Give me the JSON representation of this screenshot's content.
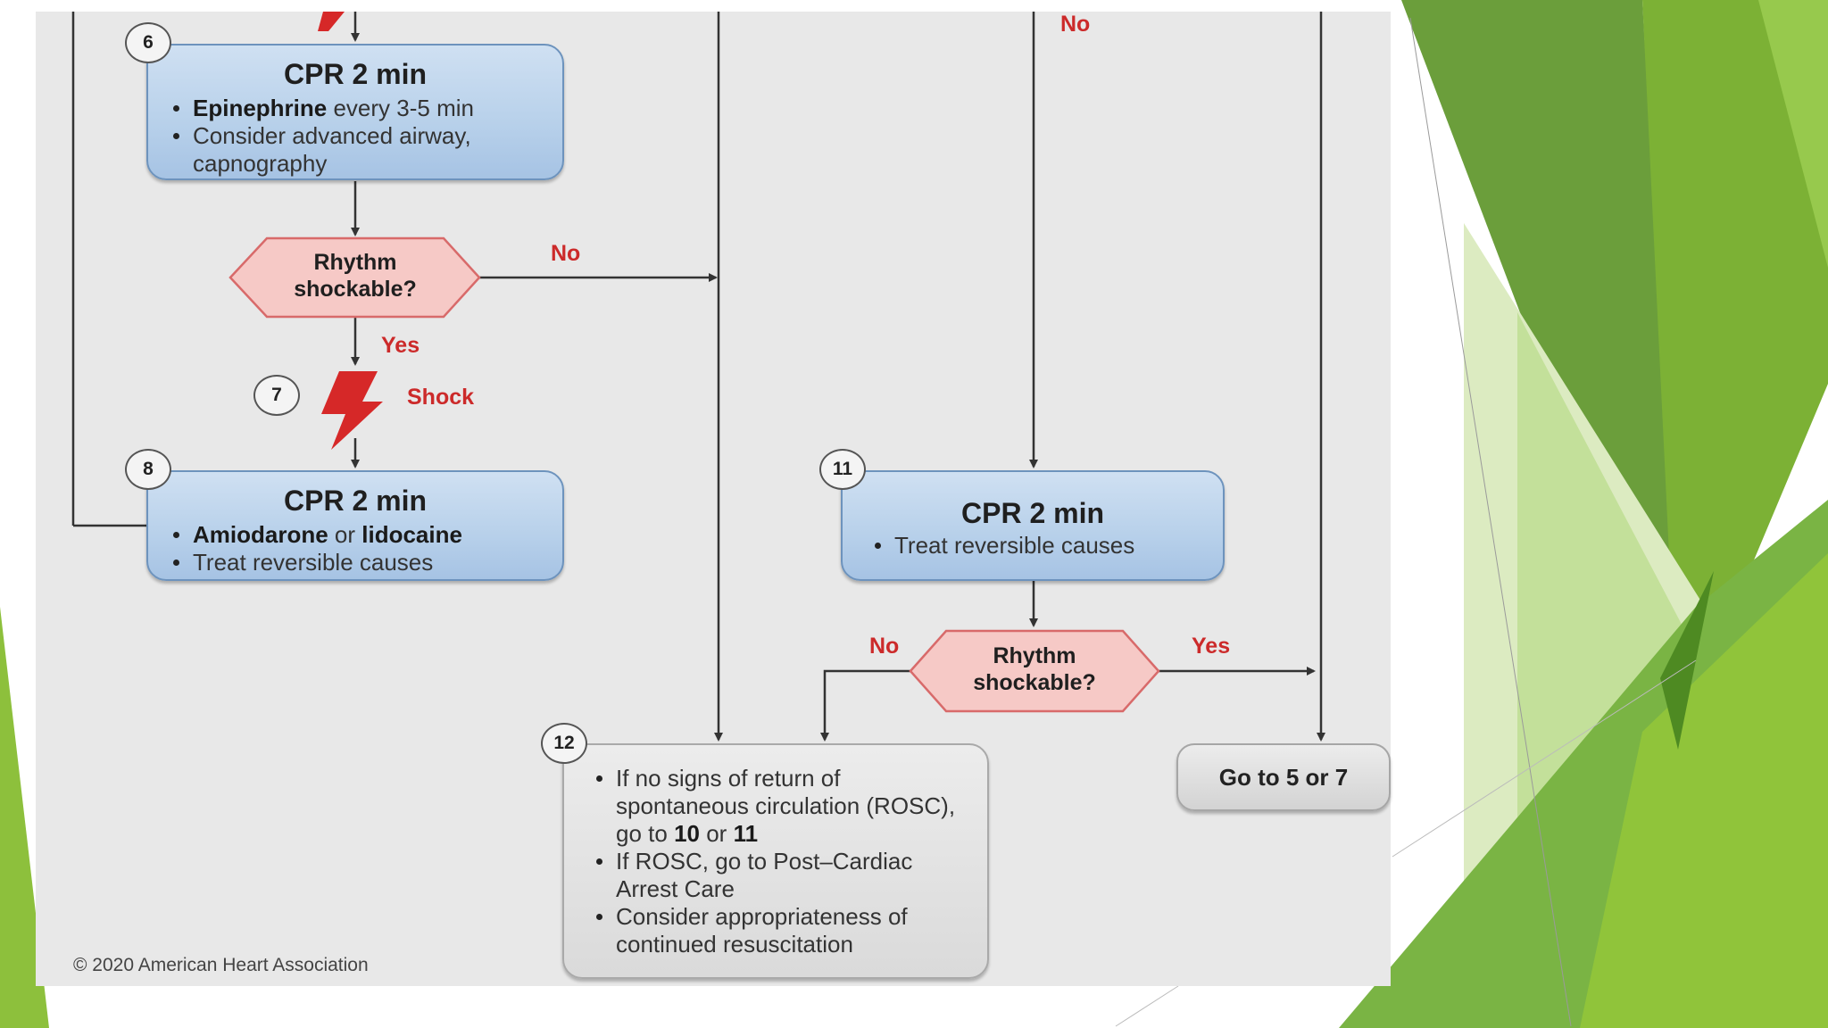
{
  "diagram": {
    "node_6": {
      "number": "6",
      "title": "CPR 2 min",
      "bullet_1_bold": "Epinephrine",
      "bullet_1_rest": " every 3-5 min",
      "bullet_2": "Consider advanced airway, capnography"
    },
    "decision_a": {
      "label": "Rhythm shockable?",
      "no": "No",
      "yes": "Yes"
    },
    "shock_7": {
      "number": "7",
      "label": "Shock"
    },
    "node_8": {
      "number": "8",
      "title": "CPR 2 min",
      "bullet_1_bold_a": "Amiodarone",
      "bullet_1_mid": " or ",
      "bullet_1_bold_b": "lidocaine",
      "bullet_2": "Treat reversible causes"
    },
    "top_no": "No",
    "node_11": {
      "number": "11",
      "title": "CPR 2 min",
      "bullet_1": "Treat reversible causes"
    },
    "decision_b": {
      "label": "Rhythm shockable?",
      "no": "No",
      "yes": "Yes"
    },
    "node_12": {
      "number": "12",
      "b1_text": "If no signs of return of spontaneous circulation (ROSC), go to ",
      "b1_bold_a": "10",
      "b1_mid": " or ",
      "b1_bold_b": "11",
      "b2": "If ROSC, go to Post–Cardiac Arrest Care",
      "b3": "Consider appropriateness of continued resuscitation"
    },
    "goto": "Go to 5 or 7",
    "copyright": "© 2020 American Heart Association"
  },
  "colors": {
    "arrow": "#333333",
    "label_red": "#cc2a2a",
    "decision_fill": "#f6c9c6",
    "decision_stroke": "#d86a6a",
    "process_fill": "#bcd3ec",
    "terminal_fill": "#dcdcdc",
    "card_bg": "#e8e8e8",
    "green_light": "#8dc03c",
    "green_dark": "#5c922e"
  },
  "icons": [
    "shock-bolt-icon"
  ]
}
